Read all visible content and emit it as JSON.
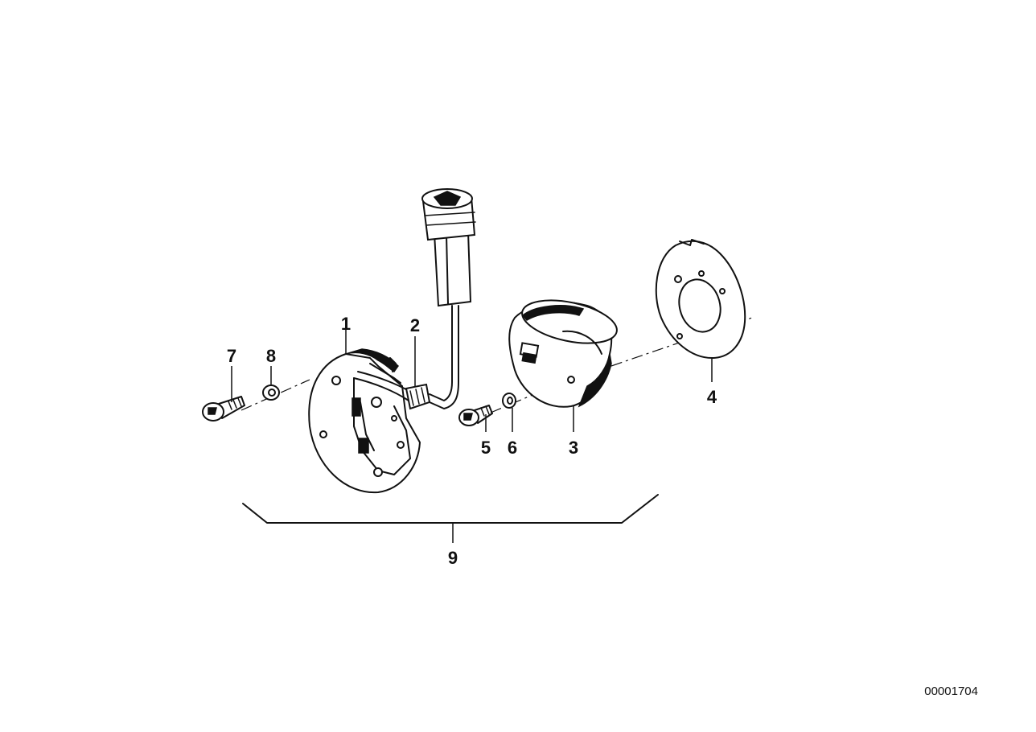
{
  "diagram": {
    "reference_number": "00001704",
    "callouts": [
      {
        "id": "1",
        "label": "1"
      },
      {
        "id": "2",
        "label": "2"
      },
      {
        "id": "3",
        "label": "3"
      },
      {
        "id": "4",
        "label": "4"
      },
      {
        "id": "5",
        "label": "5"
      },
      {
        "id": "6",
        "label": "6"
      },
      {
        "id": "7",
        "label": "7"
      },
      {
        "id": "8",
        "label": "8"
      },
      {
        "id": "9",
        "label": "9"
      }
    ]
  }
}
